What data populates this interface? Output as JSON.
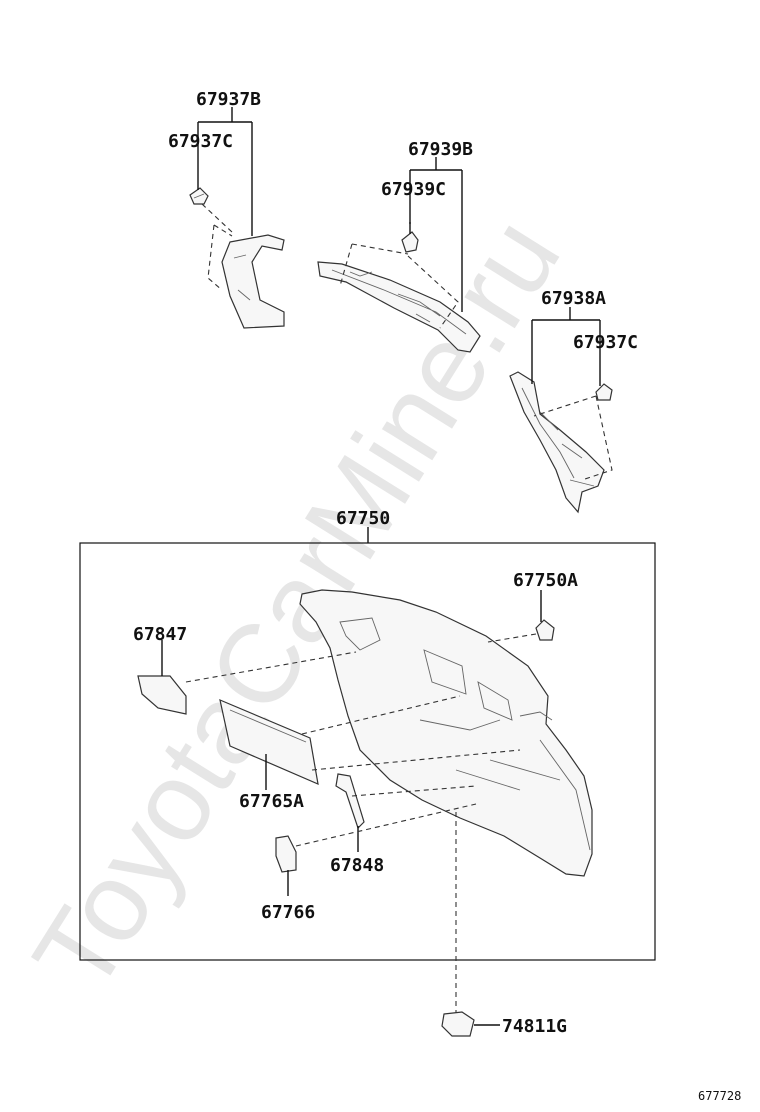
{
  "watermark": "ToyotaCarMine.ru",
  "labels": {
    "p67937B": "67937B",
    "p67937C_top": "67937C",
    "p67939B": "67939B",
    "p67939C": "67939C",
    "p67938A": "67938A",
    "p67937C_right": "67937C",
    "p67750": "67750",
    "p67750A": "67750A",
    "p67847": "67847",
    "p67765A": "67765A",
    "p67848": "67848",
    "p67766": "67766",
    "p74811G": "74811G"
  },
  "diagram_id": "677728"
}
